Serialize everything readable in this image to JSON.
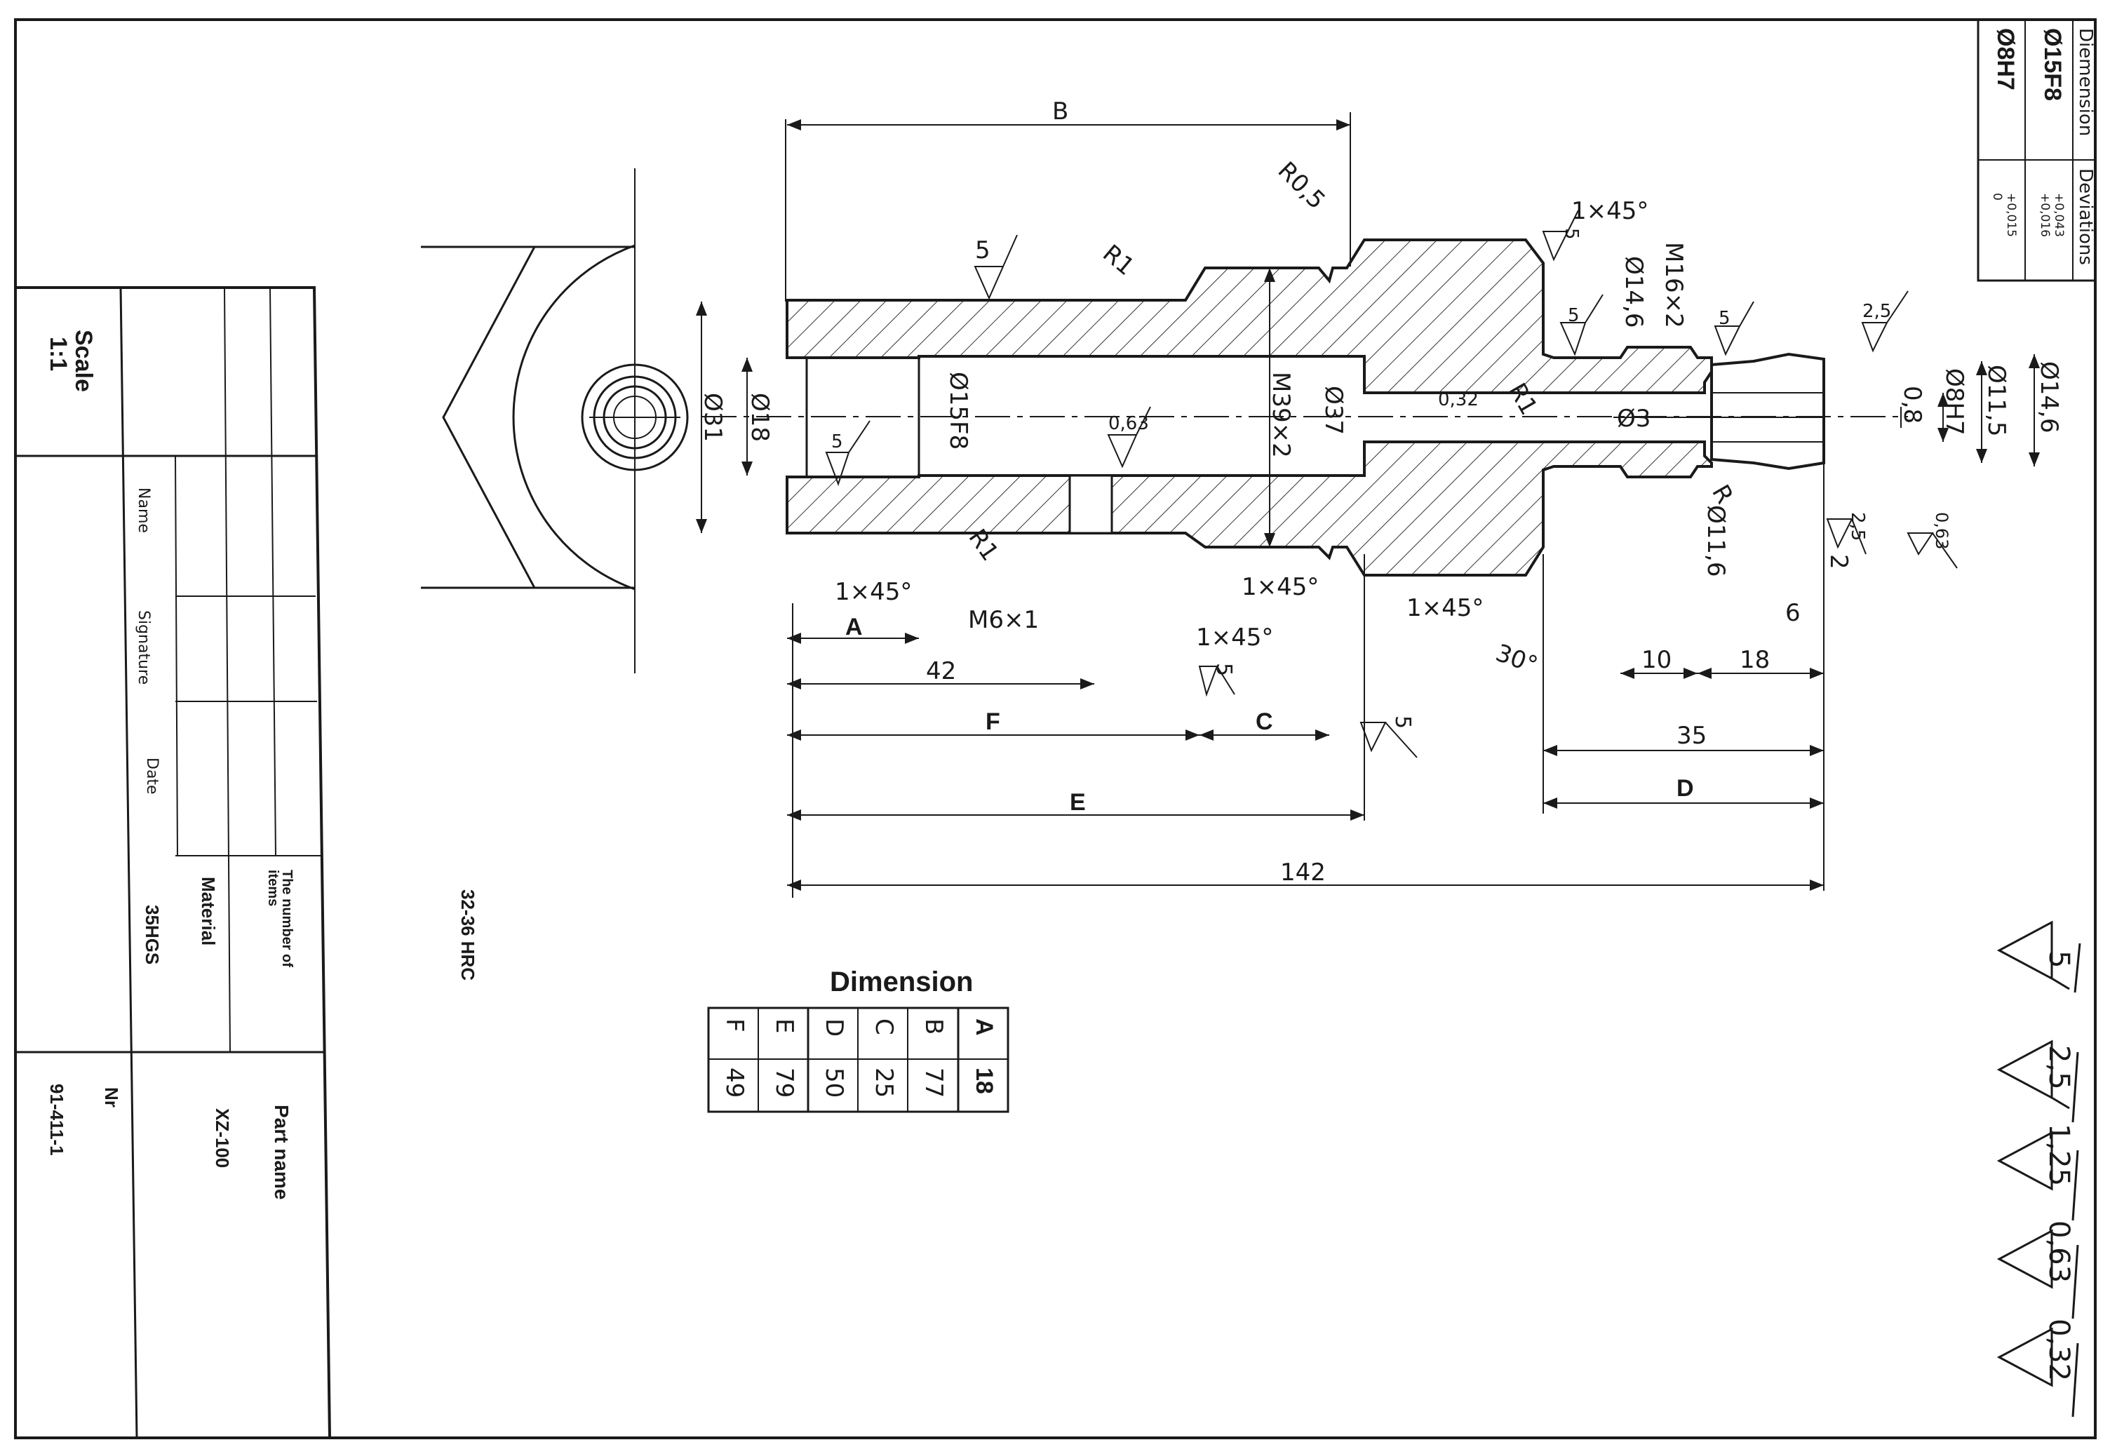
{
  "deviation_table": {
    "header_dimension": "Diemension",
    "header_deviations": "Deviations",
    "rows": [
      {
        "dimension": "Ø15F8",
        "upper": "+0,043",
        "lower": "+0,016"
      },
      {
        "dimension": "Ø8H7",
        "upper": "+0,015",
        "lower": "0"
      }
    ]
  },
  "title_block": {
    "scale_label": "Scale",
    "scale_value": "1:1",
    "name_label": "Name",
    "signature_label": "Signature",
    "date_label": "Date",
    "material_label": "Material",
    "material_value": "35HGS",
    "items_label": "The number of items",
    "part_name_label": "Part name",
    "part_name_value": "XZ-100",
    "nr_label": "Nr",
    "nr_value": "91-411-1"
  },
  "hardness_note": "32-36 HRC",
  "dimension_table": {
    "title": "Dimension",
    "letters": [
      "A",
      "B",
      "C",
      "D",
      "E",
      "F"
    ],
    "values": [
      "18",
      "77",
      "25",
      "50",
      "79",
      "49"
    ]
  },
  "roughness_legend": [
    "5",
    "2,5",
    "1,25",
    "0,63",
    "0,32"
  ],
  "labels": {
    "B": "B",
    "R05": "R0,5",
    "R1_top": "R1",
    "R1_bot": "R1",
    "R1_small": "R1",
    "R_small2": "R",
    "five_a": "5",
    "five_b": "5",
    "five_c": "5",
    "five_d": "5",
    "five_e": "5",
    "five_f": "5",
    "five_g": "5",
    "chamfer_top": "1×45°",
    "M16x2": "M16×2",
    "d146_a": "Ø14,6",
    "d146_b": "Ø14,6",
    "d31": "Ø31",
    "d18": "Ø18",
    "d15F8": "Ø15F8",
    "M39x2": "M39×2",
    "d37": "Ø37",
    "d3": "Ø3",
    "d116": "Ø11,6",
    "d8H7": "Ø8H7",
    "d115": "Ø11,5",
    "r08": "0,8",
    "r063_a": "0,63",
    "r063_b": "0,63",
    "r032": "0,32",
    "r25_a": "2,5",
    "r25_b": "2,5",
    "ch1": "1×45°",
    "ch2": "1×45°",
    "ch3": "1×45°",
    "ch4": "1×45°",
    "A": "A",
    "M6x1": "M6×1",
    "n42": "42",
    "F": "F",
    "C": "C",
    "E": "E",
    "n142": "142",
    "D": "D",
    "n35": "35",
    "n10": "10",
    "n18": "18",
    "n6": "6",
    "n2": "2",
    "a30": "30°"
  }
}
